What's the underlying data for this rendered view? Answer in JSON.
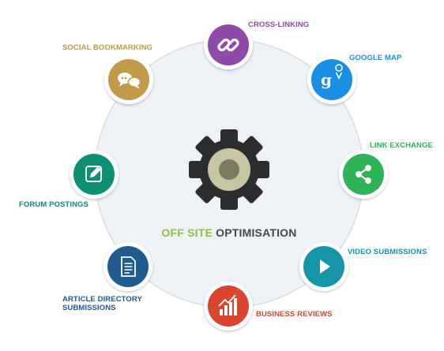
{
  "title": {
    "part1": "OFF SITE",
    "part2": "OPTIMISATION"
  },
  "colors": {
    "ring_fill": "#eef1f5",
    "ring_stroke": "#d7dde4",
    "gear": "#2b2d2f",
    "gear_inner": "#c8c5a3",
    "gear_hub": "#7d7a62"
  },
  "nodes": [
    {
      "id": "cross-linking",
      "label": "CROSS-LINKING",
      "color": "#8e4aa8",
      "icon": "chain-link-icon"
    },
    {
      "id": "google-map",
      "label": "GOOGLE MAP",
      "color": "#1a8ee3",
      "icon": "google-plus-pin-icon"
    },
    {
      "id": "link-exchange",
      "label": "LINK EXCHANGE",
      "color": "#2fb357",
      "icon": "share-icon"
    },
    {
      "id": "video-submissions",
      "label": "VIDEO SUBMISSIONS",
      "color": "#1695a8",
      "icon": "play-icon"
    },
    {
      "id": "business-reviews",
      "label": "BUSINESS REVIEWS",
      "color": "#d9452f",
      "icon": "bar-chart-icon"
    },
    {
      "id": "article-directory",
      "label": "ARTICLE DIRECTORY",
      "label2": "SUBMISSIONS",
      "color": "#1f5a91",
      "icon": "document-icon"
    },
    {
      "id": "forum-postings",
      "label": "FORUM POSTINGS",
      "color": "#0f8f73",
      "icon": "edit-icon"
    },
    {
      "id": "social-bookmarking",
      "label": "SOCIAL BOOKMARKING",
      "color": "#c09a48",
      "icon": "speech-bubbles-icon"
    }
  ]
}
